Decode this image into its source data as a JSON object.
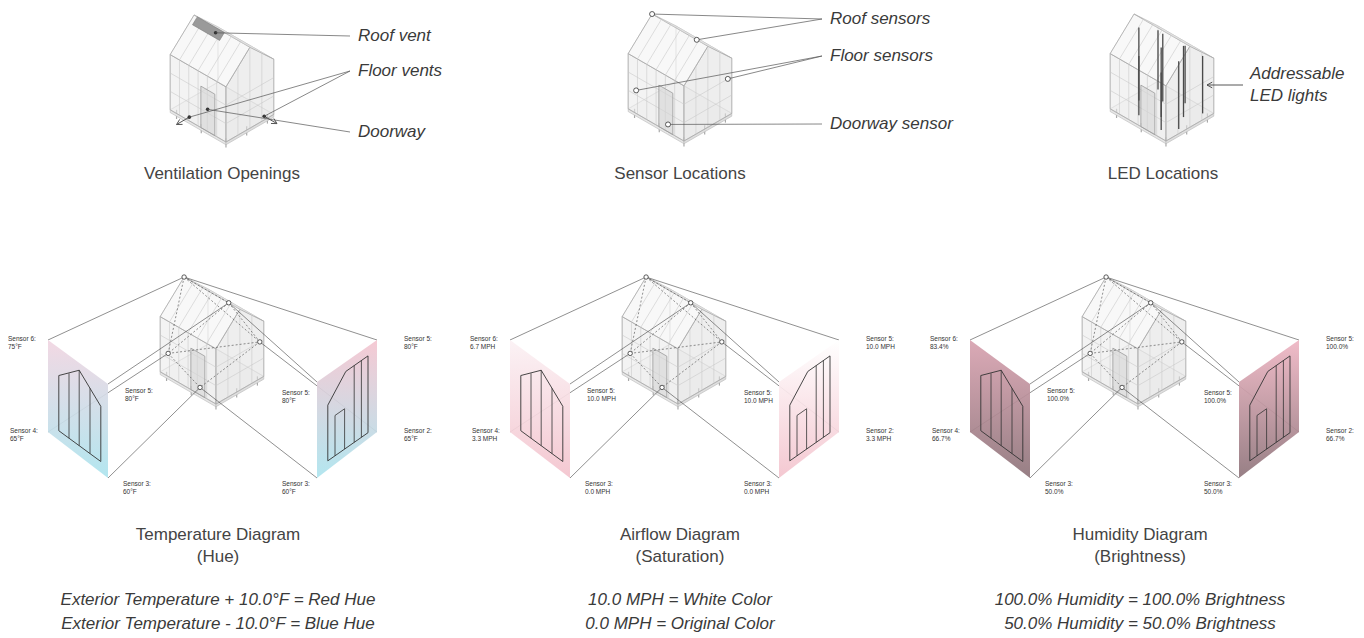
{
  "diagram": {
    "labels": [
      "Roof vent",
      "Floor vents",
      "Doorway",
      "Ventilation Openings",
      "Roof sensors",
      "Floor sensors",
      "Doorway sensor",
      "Sensor Locations",
      "Addressable LED lights",
      "LED Locations",
      "Sensor 6: 75°F",
      "Sensor 5: 80°F",
      "Sensor 5: 80°F",
      "Sensor 5: 80°F",
      "Sensor 4: 65°F",
      "Sensor 2: 65°F",
      "Sensor 3: 60°F",
      "Sensor 3: 60°F",
      "Temperature Diagram (Hue)",
      "Exterior Temperature + 10.0°F = Red Hue",
      "Exterior Temperature - 10.0°F = Blue Hue",
      "Sensor 6: 6.7 MPH",
      "Sensor 5: 10.0 MPH",
      "Sensor 5: 10.0 MPH",
      "Sensor 5: 10.0 MPH",
      "Sensor 4: 3.3 MPH",
      "Sensor 2: 3.3 MPH",
      "Sensor 3: 0.0 MPH",
      "Sensor 3: 0.0 MPH",
      "Airflow Diagram (Saturation)",
      "10.0 MPH = White Color",
      "0.0 MPH = Original Color",
      "Sensor 6: 83.4%",
      "Sensor 5: 100.0%",
      "Sensor 5: 100.0%",
      "Sensor 5: 100.0%",
      "Sensor 4: 66.7%",
      "Sensor 2: 66.7%",
      "Sensor 3: 50.0%",
      "Sensor 3: 50.0%",
      "Humidity Diagram (Brightness)",
      "100.0% Humidity = 100.0% Brightness",
      "50.0% Humidity = 50.0% Brightness"
    ]
  }
}
